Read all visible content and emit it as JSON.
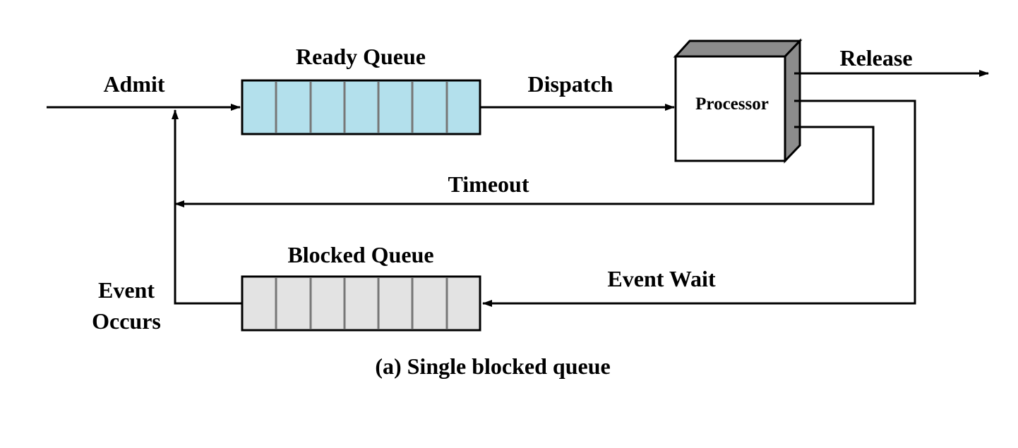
{
  "diagram": {
    "labels": {
      "admit": "Admit",
      "ready_queue": "Ready Queue",
      "dispatch": "Dispatch",
      "processor": "Processor",
      "release": "Release",
      "timeout": "Timeout",
      "blocked_queue": "Blocked Queue",
      "event_wait": "Event Wait",
      "event_occurs_line1": "Event",
      "event_occurs_line2": "Occurs",
      "caption": "(a) Single blocked queue"
    },
    "colors": {
      "ready_queue_fill": "#b3e0ec",
      "blocked_queue_fill": "#e3e3e3",
      "processor_side": "#8c8c8c",
      "processor_front": "#ffffff",
      "line": "#000000",
      "divider": "#777777"
    }
  }
}
